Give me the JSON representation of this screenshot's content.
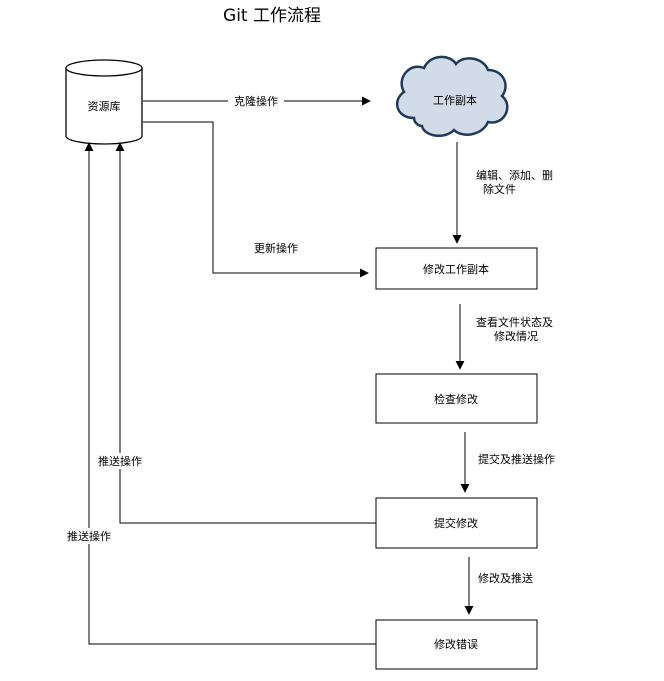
{
  "title": "Git 工作流程",
  "colors": {
    "line": "#000000",
    "cloud_fill": "#d2dce8",
    "cloud_stroke": "#1f3b5c",
    "box_stroke": "#000000",
    "background": "#ffffff"
  },
  "nodes": {
    "repository": "资源库",
    "working_copy": "工作副本",
    "modify_copy": "修改工作副本",
    "review_changes": "检查修改",
    "commit_changes": "提交修改",
    "fix_errors": "修改错误"
  },
  "edges": {
    "clone": "克隆操作",
    "update": "更新操作",
    "edit_line1": "编辑、添加、删",
    "edit_line2": "除文件",
    "status_line1": "查看文件状态及",
    "status_line2": "修改情况",
    "commit_push": "提交及推送操作",
    "fix_push": "修改及推送",
    "push_from_commit": "推送操作",
    "push_from_fix": "推送操作"
  }
}
